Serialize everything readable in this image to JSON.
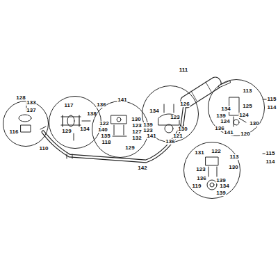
{
  "diagram": {
    "nodes": [
      {
        "text": [
          "128",
          "133",
          "137",
          "116"
        ]
      },
      {
        "text": [
          "117",
          "138",
          "129",
          "134"
        ]
      },
      {
        "text": [
          "136",
          "141",
          "130",
          "123",
          "122",
          "140",
          "135",
          "127",
          "118",
          "132",
          "129"
        ]
      },
      {
        "text": [
          "126",
          "134",
          "123",
          "139",
          "123",
          "130",
          "141",
          "121",
          "136"
        ]
      },
      {
        "text": [
          "113",
          "134",
          "125",
          "139",
          "124",
          "124",
          "136",
          "141",
          "130",
          "120"
        ]
      },
      {
        "text": [
          "131",
          "122",
          "113",
          "123",
          "136",
          "130",
          "119",
          "139",
          "134",
          "139"
        ]
      }
    ],
    "labels": [
      "110",
      "142",
      "111",
      "115",
      "114",
      "115",
      "114"
    ]
  }
}
